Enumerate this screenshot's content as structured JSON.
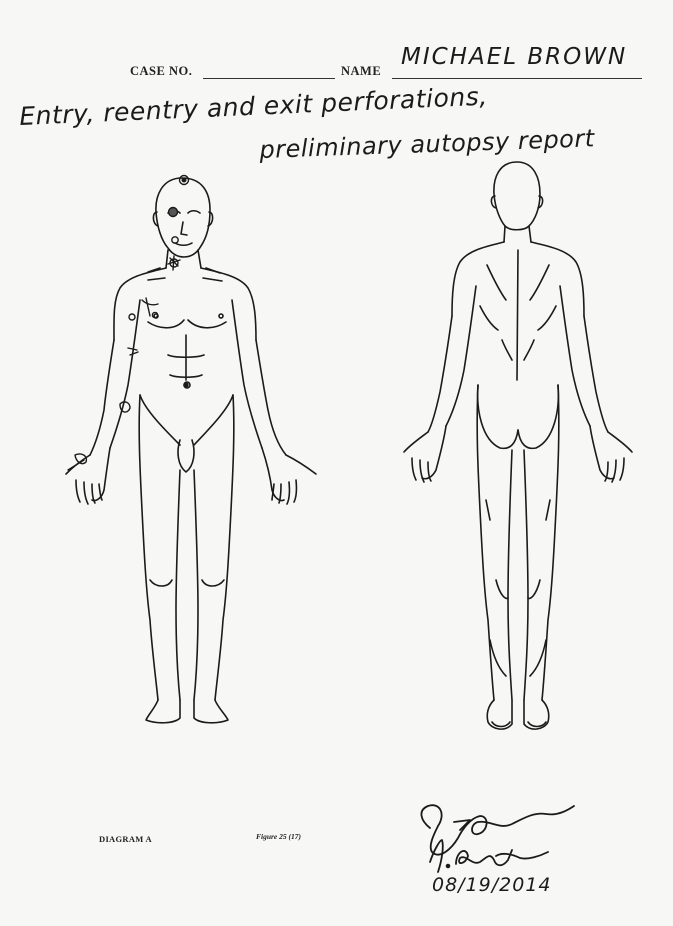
{
  "form": {
    "case_label": "CASE NO.",
    "case_value": "",
    "name_label": "NAME",
    "name_value": "MICHAEL BROWN"
  },
  "annotation": {
    "line1": "Entry, reentry and exit perforations,",
    "line2": "preliminary autopsy report"
  },
  "footer": {
    "diagram_label": "DIAGRAM A",
    "figure_label": "Figure 25 (17)",
    "signature_name": "M. Baden",
    "date": "08/19/2014"
  },
  "colors": {
    "ink": "#1b1b1b",
    "paper": "#f7f7f5"
  }
}
